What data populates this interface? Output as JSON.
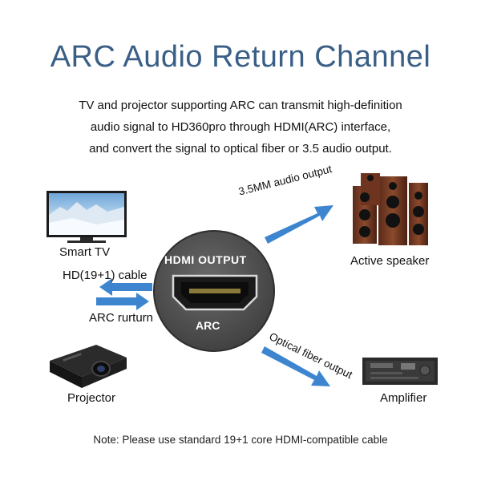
{
  "title": "ARC Audio Return Channel",
  "description": [
    "TV and projector supporting ARC can transmit high-definition",
    "audio signal to HD360pro through HDMI(ARC) interface,",
    "and convert the signal to optical fiber or 3.5 audio output."
  ],
  "devices": {
    "tv": "Smart TV",
    "projector": "Projector",
    "speaker": "Active speaker",
    "amplifier": "Amplifier"
  },
  "links": {
    "hdmi_cable": "HD(19+1) cable",
    "arc_return": "ARC rurturn",
    "audio_out": "3.5MM audio output",
    "optical_out": "Optical fiber output"
  },
  "port": {
    "top_label": "HDMI OUTPUT",
    "bottom_label": "ARC"
  },
  "note": "Note: Please use standard 19+1 core HDMI-compatible cable",
  "colors": {
    "title": "#3a5f86",
    "arrow": "#3d86cf",
    "port_ring": "#2e2e2e"
  }
}
